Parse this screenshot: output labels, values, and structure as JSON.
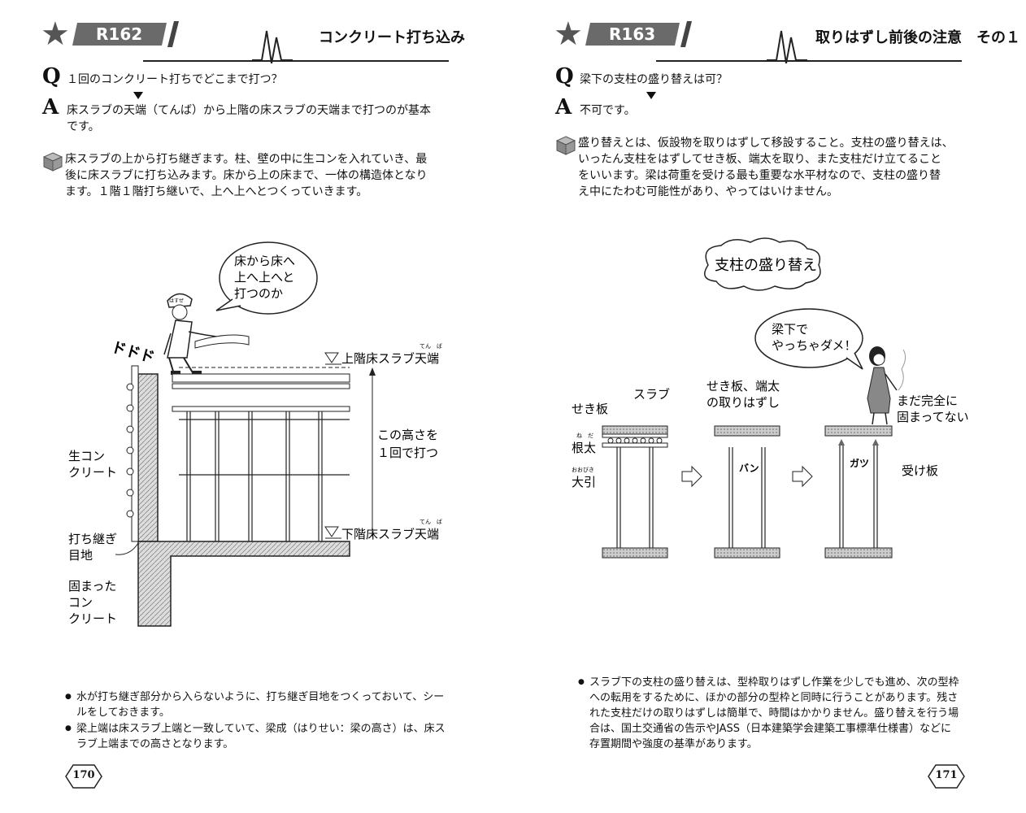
{
  "left": {
    "code": "R162",
    "title": "コンクリート打ち込み",
    "q_mark": "Q",
    "a_mark": "A",
    "question": "１回のコンクリート打ちでどこまで打つ？",
    "answer": [
      "床スラブの天端（てんば）から上階の床スラブの天端まで打つのが基本",
      "です。"
    ],
    "explanation": [
      "床スラブの上から打ち継ぎます。柱、壁の中に生コンを入れていき、最",
      "後に床スラブに打ち込みます。床から上の床まで、一体の構造体となり",
      "ます。１階１階打ち継いで、上へ上へとつくっていきます。"
    ],
    "figure": {
      "speech": [
        "床から床へ",
        "上へ上へと",
        "打つのか"
      ],
      "helmet_text": "はすぜ",
      "sound": "ドドド",
      "label_upper": "上階床スラブ天端",
      "label_lower": "下階床スラブ天端",
      "ruby_tenba": "てん　ば",
      "height_label": [
        "この高さを",
        "１回で打つ"
      ],
      "label_fresh": [
        "生コン",
        "クリート"
      ],
      "label_joint": [
        "打ち継ぎ",
        "目地"
      ],
      "label_hardened": [
        "固まった",
        "コン",
        "クリート"
      ]
    },
    "notes": [
      "水が打ち継ぎ部分から入らないように、打ち継ぎ目地をつくっておいて、シー",
      "ルをしておきます。",
      "梁上端は床スラブ上端と一致していて、梁成（はりせい：梁の高さ）は、床ス",
      "ラブ上端までの高さとなります。"
    ],
    "page_number": "170"
  },
  "right": {
    "code": "R163",
    "title": "取りはずし前後の注意　その１",
    "q_mark": "Q",
    "a_mark": "A",
    "question": "梁下の支柱の盛り替えは可？",
    "answer": "不可です。",
    "explanation": [
      "盛り替えとは、仮設物を取りはずして移設すること。支柱の盛り替えは、",
      "いったん支柱をはずしてせき板、端太を取り、また支柱だけ立てること",
      "をいいます。梁は荷重を受ける最も重要な水平材なので、支柱の盛り替",
      "え中にたわむ可能性があり、やってはいけません。"
    ],
    "figure": {
      "cloud": "支柱の盛り替え",
      "speech": [
        "梁下で",
        "やっちゃダメ！"
      ],
      "label_slab": "スラブ",
      "label_sekiita": "せき板",
      "label_nebuto": "根太",
      "ruby_nebuto": "ね　だ",
      "label_obiki": "大引",
      "ruby_obiki": "おおびき",
      "label_removal": [
        "せき板、端太",
        "の取りはずし"
      ],
      "label_not_hard": [
        "まだ完全に",
        "固まってない"
      ],
      "label_uke": "受け板",
      "sound1": "バン",
      "sound2": "ガツ"
    },
    "notes": [
      "スラブ下の支柱の盛り替えは、型枠取りはずし作業を少しでも進め、次の型枠",
      "への転用をするために、ほかの部分の型枠と同時に行うことがあります。残さ",
      "れた支柱だけの取りはずしは簡単で、時間はかかりません。盛り替えを行う場",
      "合は、国土交通省の告示やJASS（日本建築学会建築工事標準仕様書）などに",
      "存置期間や強度の基準があります。"
    ],
    "page_number": "171"
  },
  "colors": {
    "header_box": "#6a6a6a",
    "star": "#555555",
    "hatch": "#888888"
  }
}
